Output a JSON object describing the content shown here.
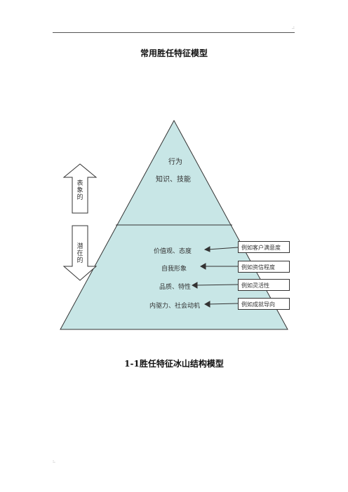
{
  "header": {
    "mark": ".:"
  },
  "footer": {
    "mark": ":."
  },
  "title": "常用胜任特征模型",
  "caption": "1-1胜任特征冰山结构模型",
  "pyramid": {
    "upper": [
      "行为",
      "知识、技能"
    ],
    "lower": [
      "价值观、态度",
      "自我形象",
      "品质、特性",
      "内驱力、社会动机"
    ],
    "fill": "#c8e6e6"
  },
  "arrows": {
    "up_label": "表象的",
    "down_label": "潜在的"
  },
  "examples": [
    "例如客户满意度",
    "例如资信程度",
    "例如灵活性",
    "例如成就导向"
  ]
}
